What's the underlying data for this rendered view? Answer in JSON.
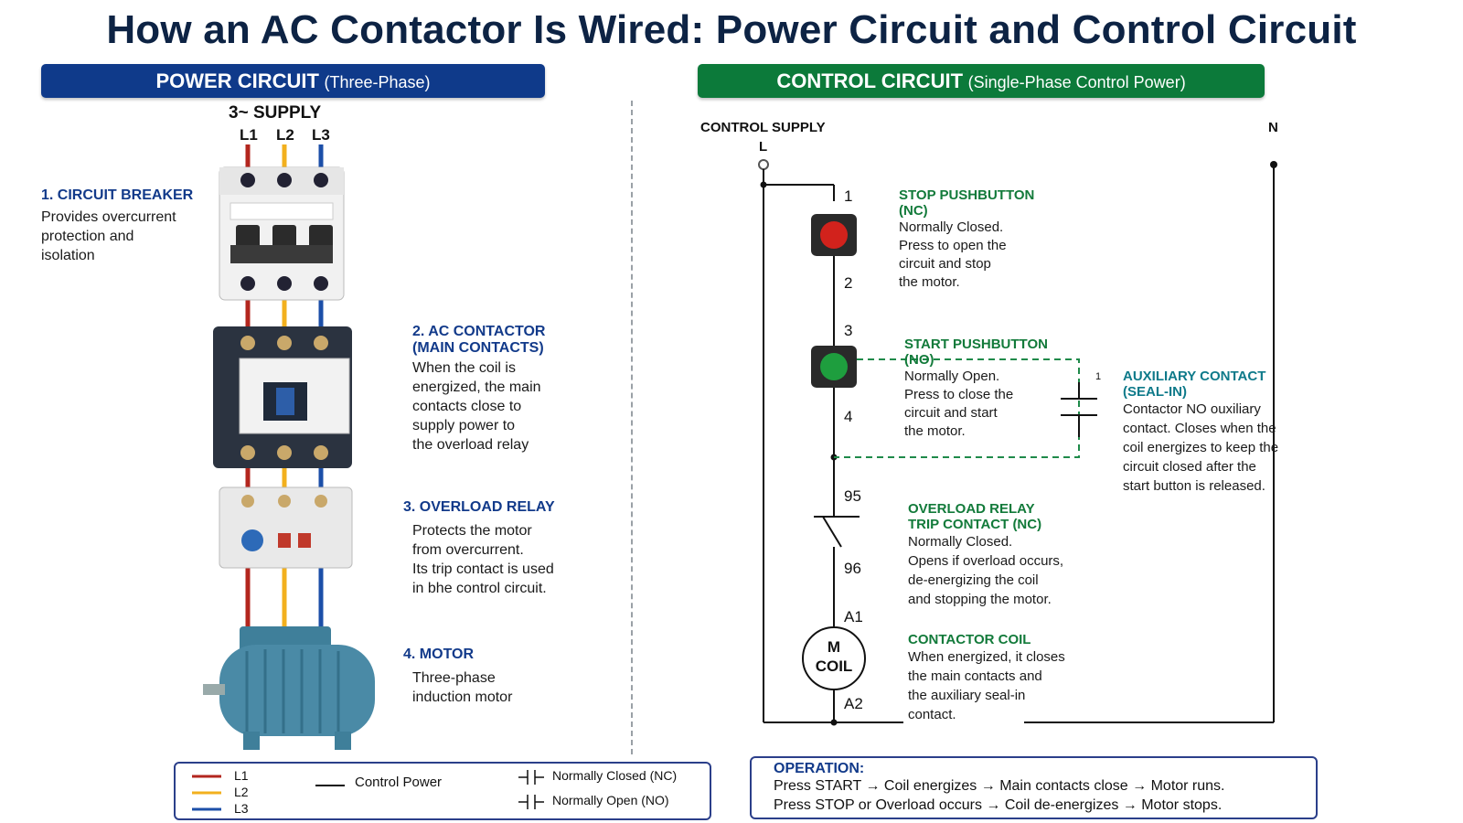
{
  "title": "How an AC Contactor Is Wired: Power Circuit and Control Circuit",
  "power_banner": {
    "label": "POWER CIRCUIT",
    "sub": "(Three-Phase)"
  },
  "control_banner": {
    "label": "CONTROL CIRCUIT",
    "sub": "(Single-Phase Control Power)"
  },
  "supply": {
    "label": "3~ SUPPLY",
    "phases": [
      "L1",
      "L2",
      "L3"
    ]
  },
  "power_steps": [
    {
      "title": "1. CIRCUIT BREAKER",
      "lines": [
        "Provides overcurrent",
        "protection and",
        "isolation"
      ]
    },
    {
      "title": "2. AC CONTACTOR",
      "title2": "(MAIN CONTACTS)",
      "lines": [
        "When the coil is",
        "energized, the main",
        "contacts close to",
        "supply power to",
        "the overload relay"
      ]
    },
    {
      "title": "3. OVERLOAD RELAY",
      "lines": [
        "Protects the motor",
        "from overcurrent.",
        "Its trip contact is used",
        "in bhe control circuit."
      ]
    },
    {
      "title": "4. MOTOR",
      "lines": [
        "Three-phase",
        "induction motor"
      ]
    }
  ],
  "control": {
    "supply_label": "CONTROL SUPPLY",
    "l_label": "L",
    "n_label": "N",
    "terminals": {
      "t1": "1",
      "t2": "2",
      "t3": "3",
      "t4": "4",
      "t95": "95",
      "t96": "96",
      "a1": "A1",
      "a2": "A2",
      "aux": "1"
    },
    "coil": {
      "top": "M",
      "bottom": "COIL"
    },
    "stop": {
      "title": "STOP PUSHBUTTON",
      "title2": "(NC)",
      "lines": [
        "Normally Closed.",
        "Press to open the",
        "circuit and stop",
        "the motor."
      ]
    },
    "start": {
      "title": "START PUSHBUTTON",
      "title2": "(NO)",
      "lines": [
        "Normally Open.",
        "Press to close the",
        "circuit and start",
        "the motor."
      ]
    },
    "aux": {
      "title": "AUXILIARY CONTACT",
      "title2": "(SEAL-IN)",
      "lines": [
        "Contactor NO ouxiliary",
        "contact. Closes when the",
        "coil energizes to keep the",
        "circuit closed after the",
        "start button is released."
      ]
    },
    "overload": {
      "title": "OVERLOAD RELAY",
      "title2": "TRIP CONTACT (NC)",
      "lines": [
        "Normally Closed.",
        "Opens if overload occurs,",
        "de-energizing the coil",
        "and stopping the motor."
      ]
    },
    "coil_desc": {
      "title": "CONTACTOR COIL",
      "lines": [
        "When energized, it closes",
        "the main contacts and",
        "the auxiliary seal-in",
        "contact."
      ]
    }
  },
  "legend": {
    "phases": [
      {
        "label": "L1",
        "color": "#b3261e"
      },
      {
        "label": "L2",
        "color": "#f2b01e"
      },
      {
        "label": "L3",
        "color": "#1c4fa8"
      }
    ],
    "control_power": "Control Power",
    "nc": "Normally Closed (NC)",
    "no": "Normally Open (NO)"
  },
  "operation": {
    "title": "OPERATION:",
    "line1": "Press START → Coil energizes → Main contacts close → Motor runs.",
    "line2": "Press STOP or Overload occurs → Coil de-energizes → Motor stops."
  },
  "colors": {
    "power_banner": "#0f3a8a",
    "control_banner": "#0c7a3a",
    "l1": "#b3261e",
    "l2": "#f2b01e",
    "l3": "#1c4fa8",
    "aux_dash": "#1f8a4a"
  }
}
